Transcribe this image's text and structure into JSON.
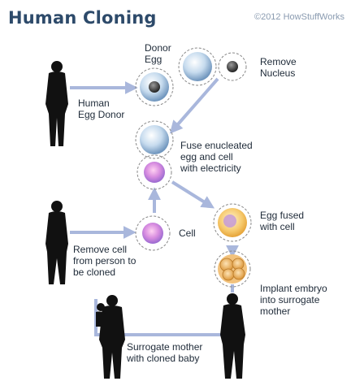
{
  "title": "Human Cloning",
  "copyright": "©2012 HowStuffWorks",
  "labels": {
    "donor_egg": [
      "Donor",
      "Egg"
    ],
    "remove_nucleus": [
      "Remove",
      "Nucleus"
    ],
    "egg_donor": [
      "Human",
      "Egg Donor"
    ],
    "fuse": [
      "Fuse enucleated",
      "egg and cell",
      "with electricity"
    ],
    "egg_fused": [
      "Egg fused",
      "with cell"
    ],
    "cell": [
      "Cell"
    ],
    "remove_cell": [
      "Remove cell",
      "from person to",
      "be cloned"
    ],
    "implant": [
      "Implant embryo",
      "into surrogate",
      "mother"
    ],
    "surrogate": [
      "Surrogate mother",
      "with cloned baby"
    ]
  },
  "colors": {
    "arrow": "#a9b7dc",
    "title": "#2d4a6a",
    "silhouette": "#111111",
    "egg_blue": "#b9d3ea",
    "cell_purple": "#c87ad8",
    "fused_orange": "#f5c76a"
  }
}
